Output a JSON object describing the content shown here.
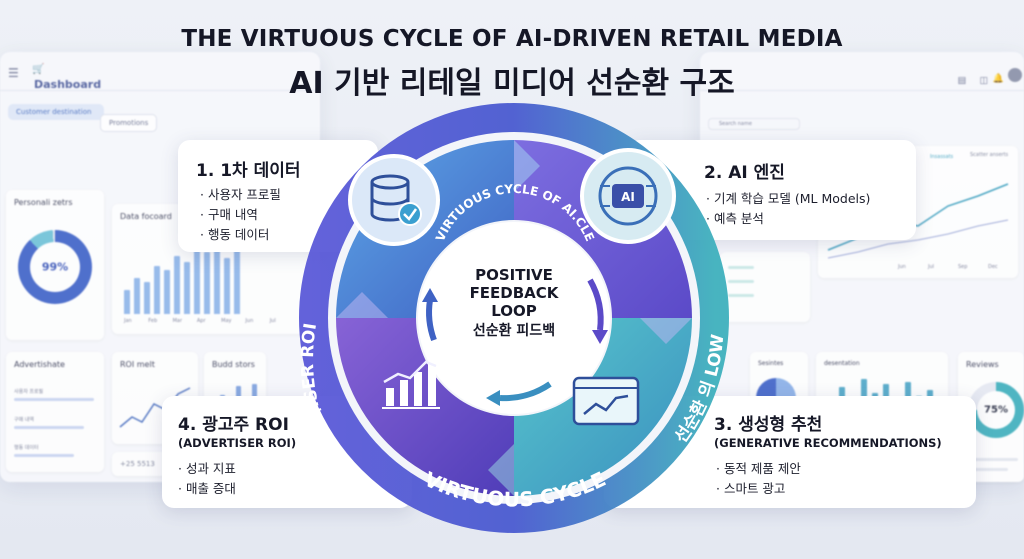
{
  "title_en": "THE VIRTUOUS CYCLE OF AI-DRIVEN RETAIL MEDIA",
  "title_kr": "AI 기반 리테일 미디어 선순환 구조",
  "left_dashboard": {
    "header": "Dashboard",
    "tab_active": "Customer destination",
    "tab_other": "Promotions",
    "personal_title": "Personali zetrs",
    "personal_value": "99%",
    "data_title": "Data focoard",
    "month_labels": [
      "Jan",
      "Feb",
      "Mar",
      "Apr",
      "May",
      "Jun",
      "Jul"
    ],
    "advertiser_title": "Advertishate",
    "advertiser_rows": [
      "사용자 프로필",
      "구매 내역",
      "행동 데이터"
    ],
    "roi_title": "ROI melt",
    "budget_title": "Budd stors",
    "roi_value": "+25 5513"
  },
  "right_dashboard": {
    "search_placeholder": "Search name",
    "legend_a": "Insassats",
    "legend_b": "Scatter anserts",
    "month_labels": [
      "Jun",
      "Jul",
      "Sep",
      "Dec"
    ],
    "segment_title": "Sesintes",
    "destination_title": "desentation",
    "reviews_title": "Reviews",
    "reviews_value": "75%"
  },
  "callouts": {
    "data": {
      "title": "1. 1차 데이터",
      "items": [
        "· 사용자 프로필",
        "· 구매 내역",
        "· 행동 데이터"
      ]
    },
    "engine": {
      "title": "2. AI 엔진",
      "items": [
        "· 기계 학습 모델 (ML Models)",
        "· 예측 분석"
      ]
    },
    "roi": {
      "title": "4. 광고주 ROI",
      "subtitle": "(ADVERTISER ROI)",
      "items": [
        "· 성과 지표",
        "· 매출 증대"
      ]
    },
    "reco": {
      "title": "3. 생성형 추천",
      "subtitle": "(GENERATIVE RECOMMENDATIONS)",
      "items": [
        "· 동적 제품 제안",
        "· 스마트 광고"
      ]
    }
  },
  "cycle": {
    "inner_arc": "VIRTUOUS CYCLE OF AI.CLE",
    "center": [
      "POSITIVE",
      "FEEDBACK",
      "LOOP"
    ],
    "center_kr": "선순환 피드백",
    "ring_bottom": "VIRTUOUS CYCLE",
    "ring_left": "광고기ISER ROI",
    "ring_right": "선순환 의 LOW",
    "ai_label": "AI",
    "colors": {
      "blue": "#4a82d8",
      "purple": "#6f5ed6",
      "teal": "#3fb0bd",
      "violet": "#7a55cf",
      "ring": "#4a5bd0"
    }
  }
}
